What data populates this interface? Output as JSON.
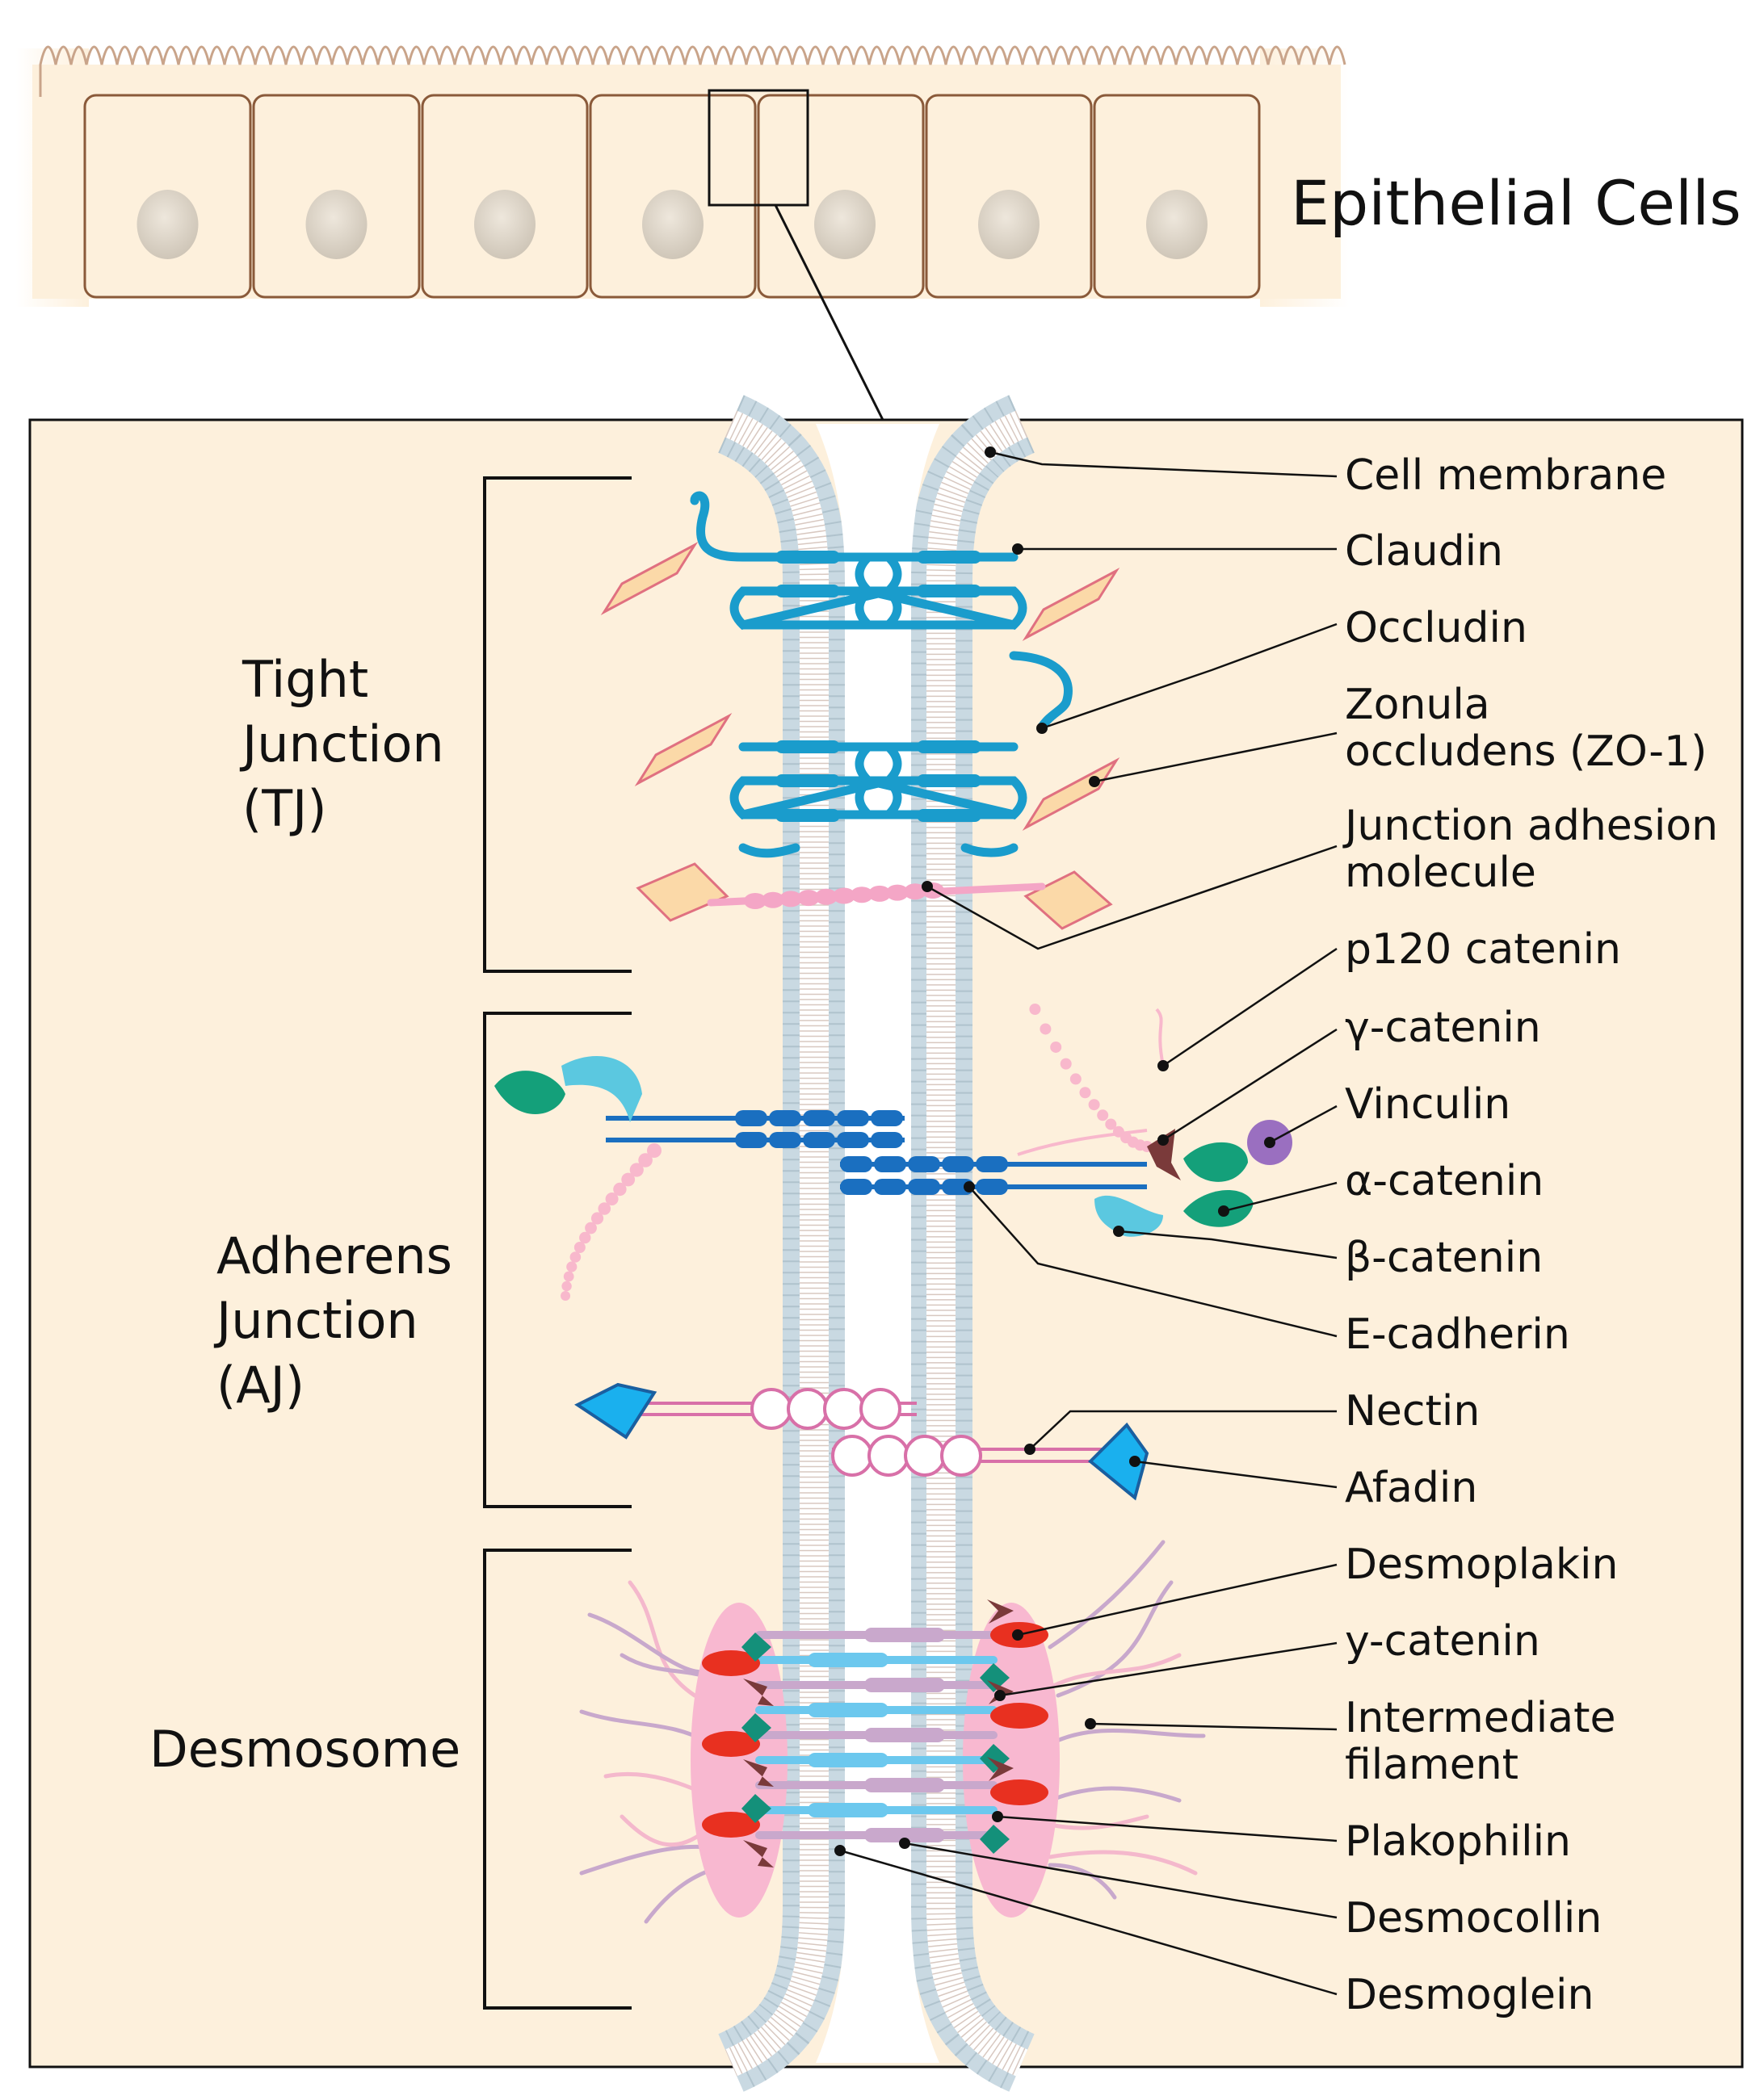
{
  "title": "Epithelial Cells",
  "groups": {
    "tight": [
      "Tight",
      "Junction",
      "(TJ)"
    ],
    "adherens": [
      "Adherens",
      "Junction",
      "(AJ)"
    ],
    "desmosome": "Desmosome"
  },
  "labels": {
    "cell_membrane": "Cell membrane",
    "claudin": "Claudin",
    "occludin": "Occludin",
    "zo1_line1": "Zonula",
    "zo1_line2": "occludens (ZO-1)",
    "jam_line1": "Junction adhesion",
    "jam_line2": "molecule",
    "p120": "p120 catenin",
    "gamma_catenin": "γ-catenin",
    "vinculin": "Vinculin",
    "alpha_catenin": "α-catenin",
    "beta_catenin": "β-catenin",
    "e_cadherin": "E-cadherin",
    "nectin": "Nectin",
    "afadin": "Afadin",
    "desmoplakin": "Desmoplakin",
    "y_catenin": "y-catenin",
    "if_line1": "Intermediate",
    "if_line2": "filament",
    "plakophilin": "Plakophilin",
    "desmocollin": "Desmocollin",
    "desmoglein": "Desmoglein"
  },
  "colors": {
    "cytoplasm": "#fdf0dc",
    "cell_outline": "#8a5a3a",
    "membrane_bead": "#c9d9e2",
    "claudin": "#1a9ccc",
    "zo1": "#fbd9a8",
    "jam": "#f4a6c6",
    "cadherin": "#1a6fc0",
    "beta_catenin": "#5bc8e0",
    "alpha_catenin": "#14a07a",
    "vinculin": "#9a6fc0",
    "gamma_catenin": "#7a3a3a",
    "afadin": "#1ab0ee",
    "desmoplakin": "#e83020",
    "plakophilin": "#14907a",
    "desmocollin": "#c9a8cc",
    "desmoglein": "#6cc8ee",
    "plaque": "#f8b8d0"
  }
}
